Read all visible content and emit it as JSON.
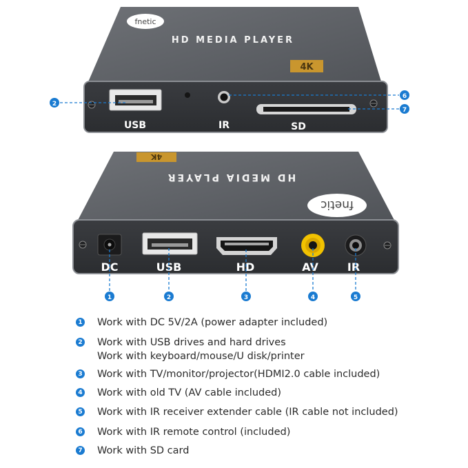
{
  "top_device": {
    "brand": "fnetic",
    "title": "HD MEDIA PLAYER",
    "badge": "4K",
    "ports": {
      "usb": "USB",
      "ir": "IR",
      "sd": "SD"
    }
  },
  "bottom_device": {
    "brand": "fnetic",
    "title": "HD MEDIA PLAYER",
    "badge": "4K",
    "ports": {
      "dc": "DC",
      "usb": "USB",
      "hd": "HD",
      "av": "AV",
      "ir": "IR"
    }
  },
  "callouts": {
    "top": [
      "2",
      "6",
      "7"
    ],
    "bottom": [
      "1",
      "2",
      "3",
      "4",
      "5"
    ]
  },
  "legend": [
    {
      "num": "1",
      "lines": [
        "Work with DC 5V/2A (power adapter included)"
      ]
    },
    {
      "num": "2",
      "lines": [
        "Work with USB drives and hard drives",
        "Work with keyboard/mouse/U disk/printer"
      ]
    },
    {
      "num": "3",
      "lines": [
        "Work with TV/monitor/projector(HDMI2.0 cable included)"
      ]
    },
    {
      "num": "4",
      "lines": [
        "Work with old TV (AV cable included)"
      ]
    },
    {
      "num": "5",
      "lines": [
        "Work with IR receiver extender cable (IR cable not included)"
      ]
    },
    {
      "num": "6",
      "lines": [
        "Work with IR remote control (included)"
      ]
    },
    {
      "num": "7",
      "lines": [
        "Work with SD card"
      ]
    }
  ],
  "colors": {
    "callout_blue": "#1a7bd1",
    "device_gray": "#5a5d62",
    "badge_gold": "#c9962e"
  }
}
